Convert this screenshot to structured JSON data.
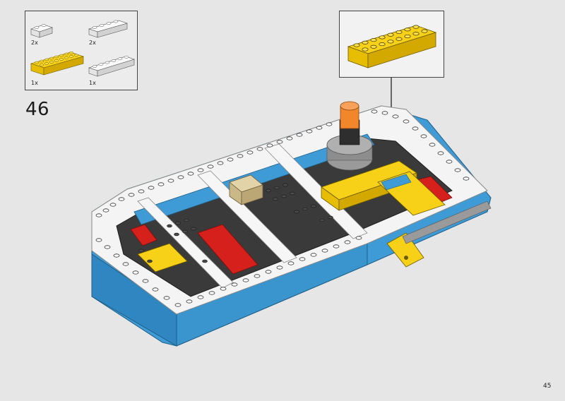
{
  "step": {
    "number": "46"
  },
  "parts": [
    {
      "name": "white-brick-1x2",
      "qty": "2x"
    },
    {
      "name": "white-brick-1x4",
      "qty": "2x"
    },
    {
      "name": "yellow-brick-2x8",
      "qty": "1x"
    },
    {
      "name": "white-brick-1x6",
      "qty": "1x"
    }
  ],
  "page": {
    "number": "45"
  },
  "colors": {
    "background": "#e6e6e6",
    "brick_white": "#ffffff",
    "brick_yellow": "#f7d117",
    "brick_blue": "#3f9bd6",
    "brick_black": "#3a3a3a",
    "brick_red": "#d5201b",
    "brick_tan": "#d8c59a",
    "brick_orange": "#f2862a",
    "brick_gray": "#9a9a9a"
  }
}
